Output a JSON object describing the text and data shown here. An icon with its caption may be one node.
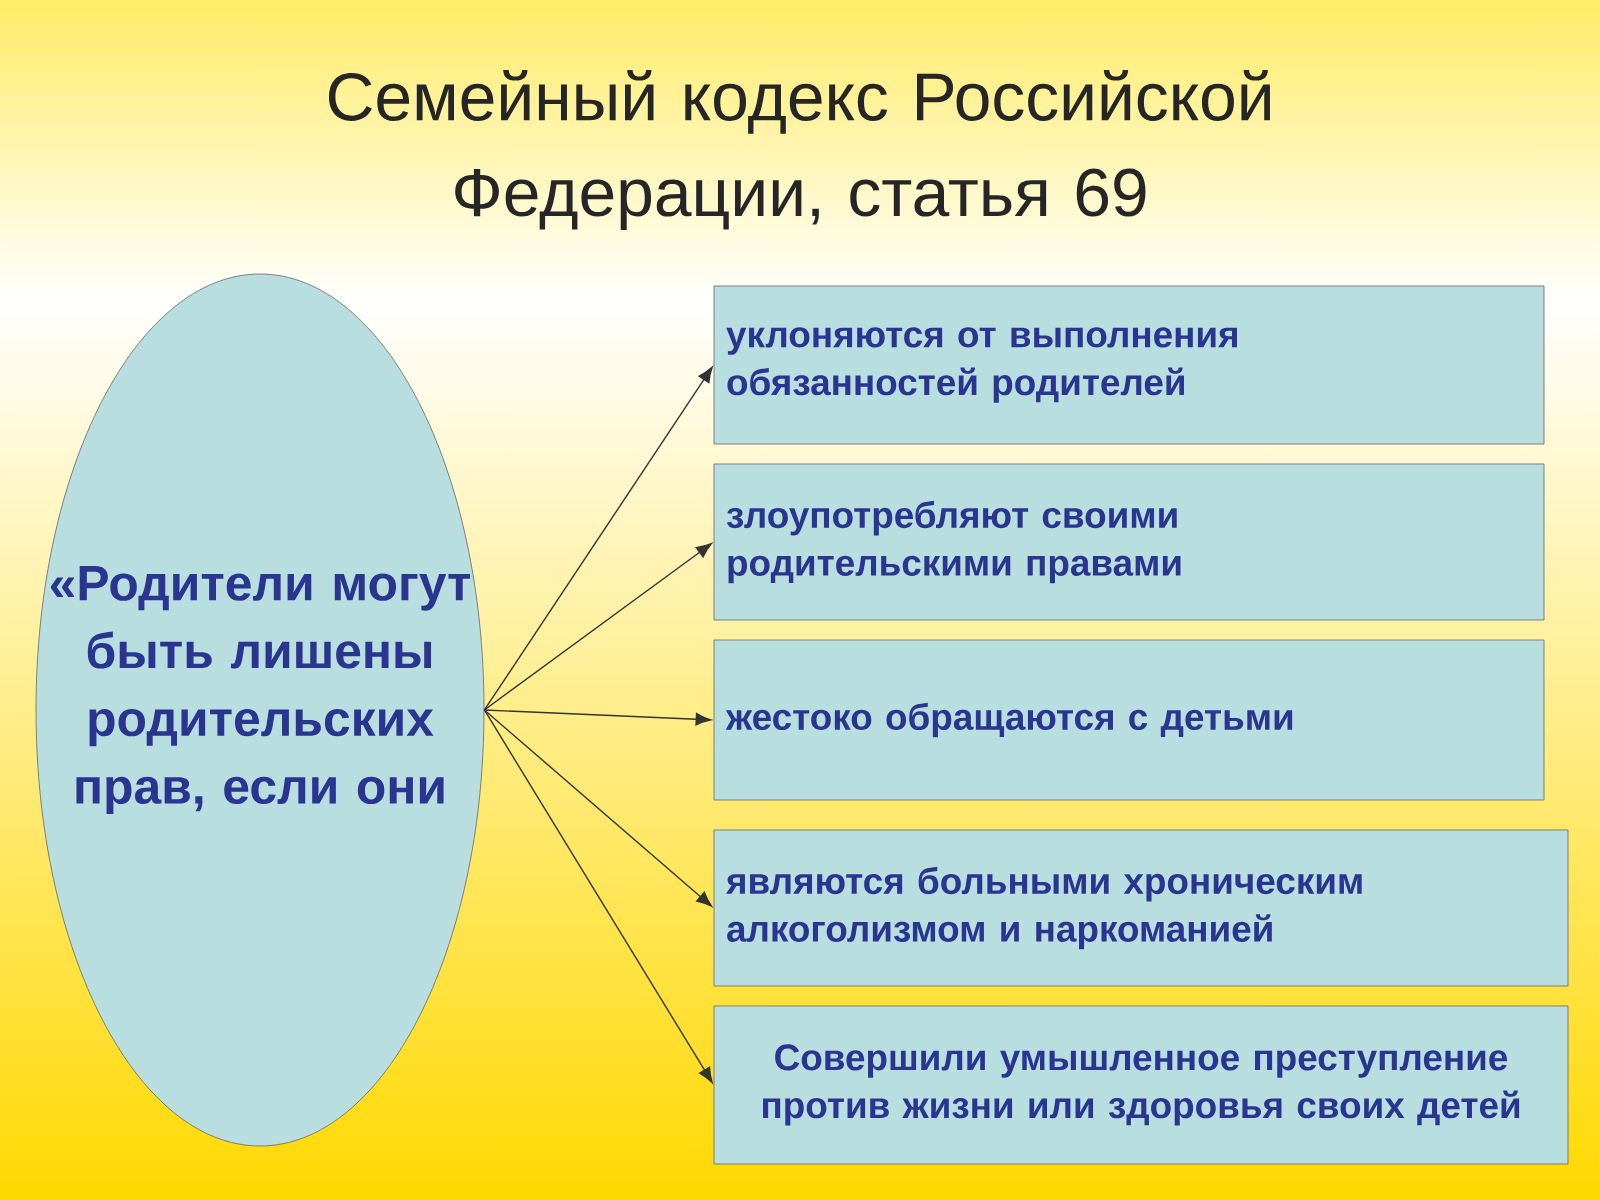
{
  "diagram": {
    "title": "Семейный  кодекс Российской Федерации,  статья 69",
    "nodes": [
      {
        "text": [
          "«Родители могут быть лишены родительских прав, если они"
        ]
      },
      {
        "text": [
          "уклоняются от выполнения обязанностей родителей"
        ]
      },
      {
        "text": [
          "злоупотребляют своими родительскими правами"
        ]
      },
      {
        "text": [
          "жестоко обращаются с детьми"
        ]
      },
      {
        "text": [
          "являются больными хроническим алкоголизмом и наркоманией"
        ]
      },
      {
        "text": [
          "Совершили умышленное преступление против жизни или здоровья своих детей"
        ]
      }
    ],
    "edges": [
      {
        "from": 0,
        "to": 1,
        "arrow": "to"
      },
      {
        "from": 0,
        "to": 2,
        "arrow": "to"
      },
      {
        "from": 0,
        "to": 3,
        "arrow": "to"
      },
      {
        "from": 0,
        "to": 4,
        "arrow": "to"
      },
      {
        "from": 0,
        "to": 5,
        "arrow": "to"
      }
    ]
  }
}
